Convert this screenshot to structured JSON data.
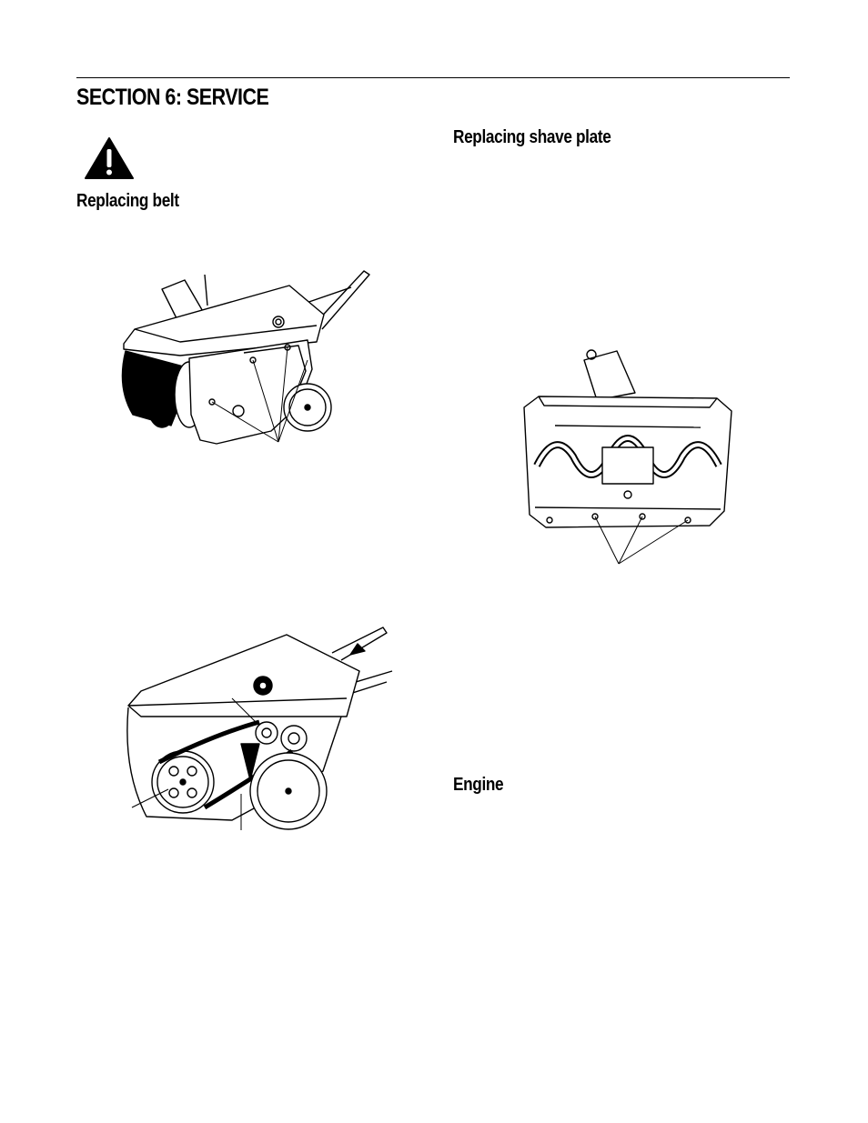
{
  "section": {
    "title": "SECTION 6:  SERVICE"
  },
  "headings": {
    "replacing_belt": "Replacing belt",
    "replacing_shave_plate": "Replacing shave plate",
    "engine": "Engine"
  },
  "icons": {
    "warning": "warning-triangle-icon"
  },
  "colors": {
    "ink": "#000000",
    "paper": "#ffffff"
  }
}
